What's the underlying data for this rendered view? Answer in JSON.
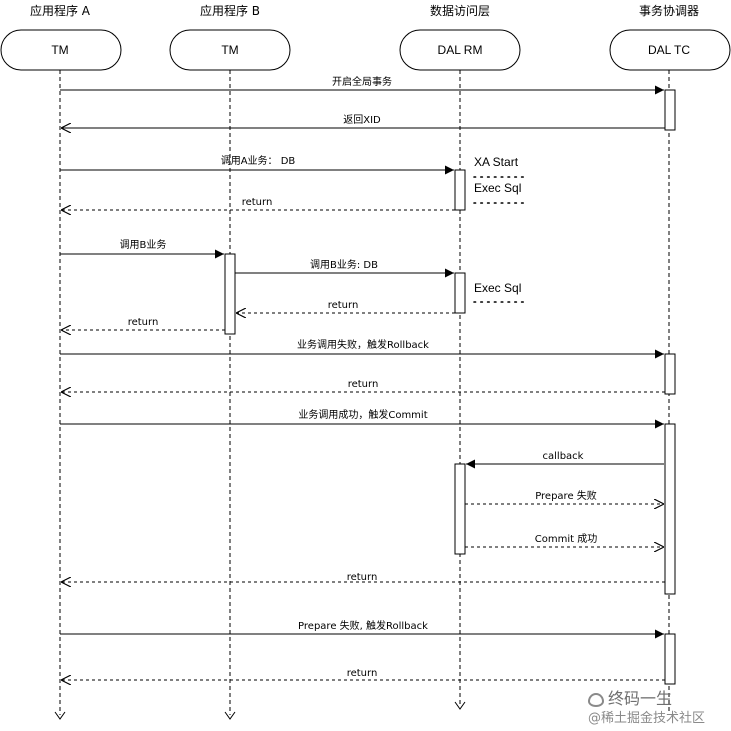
{
  "participants": [
    {
      "title": "应用程序 A",
      "box": "TM"
    },
    {
      "title": "应用程序 B",
      "box": "TM"
    },
    {
      "title": "数据访问层",
      "box": "DAL RM"
    },
    {
      "title": "事务协调器",
      "box": "DAL TC"
    }
  ],
  "messages": [
    {
      "label": "开启全局事务",
      "from": "TM A",
      "to": "DAL TC",
      "style": "sync"
    },
    {
      "label": "返回XID",
      "from": "DAL TC",
      "to": "TM A",
      "style": "reply-solid"
    },
    {
      "label": "调用A业务：  DB",
      "from": "TM A",
      "to": "DAL RM",
      "style": "sync"
    },
    {
      "label": "return",
      "from": "DAL RM",
      "to": "TM A",
      "style": "return"
    },
    {
      "label": "调用B业务",
      "from": "TM A",
      "to": "TM B",
      "style": "sync"
    },
    {
      "label": "调用B业务: DB",
      "from": "TM B",
      "to": "DAL RM",
      "style": "sync"
    },
    {
      "label": "return",
      "from": "DAL RM",
      "to": "TM B",
      "style": "return"
    },
    {
      "label": "return",
      "from": "TM B",
      "to": "TM A",
      "style": "return"
    },
    {
      "label": "业务调用失败，触发Rollback",
      "from": "TM A",
      "to": "DAL TC",
      "style": "sync"
    },
    {
      "label": "return",
      "from": "DAL TC",
      "to": "TM A",
      "style": "return"
    },
    {
      "label": "业务调用成功，触发Commit",
      "from": "TM A",
      "to": "DAL TC",
      "style": "sync"
    },
    {
      "label": "callback",
      "from": "DAL TC",
      "to": "DAL RM",
      "style": "sync"
    },
    {
      "label": "Prepare 失败",
      "from": "DAL RM",
      "to": "DAL TC",
      "style": "return"
    },
    {
      "label": "Commit 成功",
      "from": "DAL RM",
      "to": "DAL TC",
      "style": "return"
    },
    {
      "label": "return",
      "from": "DAL TC",
      "to": "TM A",
      "style": "return"
    },
    {
      "label": "Prepare 失败, 触发Rollback",
      "from": "TM A",
      "to": "DAL TC",
      "style": "sync"
    },
    {
      "label": "return",
      "from": "DAL TC",
      "to": "TM A",
      "style": "return"
    }
  ],
  "notes": [
    "XA Start",
    "Exec Sql",
    "Exec Sql"
  ],
  "watermark": {
    "line1": "终码一生",
    "line2": "@稀土掘金技术社区"
  }
}
